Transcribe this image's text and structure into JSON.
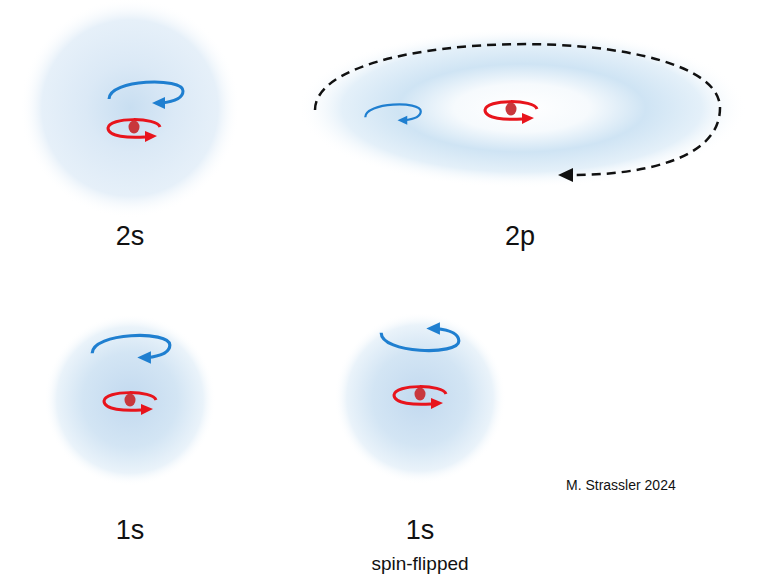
{
  "diagram": {
    "nodes": [
      {
        "text": [
          "2s"
        ]
      },
      {
        "text": [
          "2p"
        ]
      },
      {
        "text": [
          "1s"
        ]
      },
      {
        "text": [
          "1s",
          "spin-flipped"
        ]
      }
    ],
    "labels": [
      "M. Strassler 2024"
    ]
  }
}
